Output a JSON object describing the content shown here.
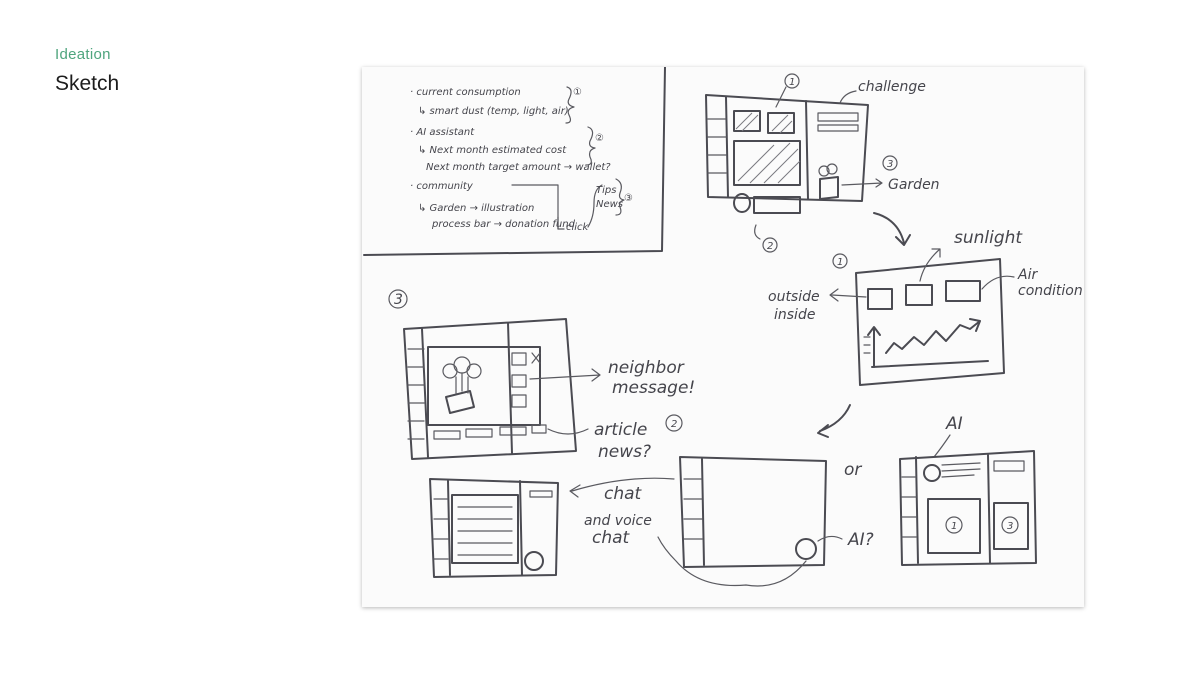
{
  "header": {
    "eyebrow": "Ideation",
    "title": "Sketch"
  },
  "sketch": {
    "notes": {
      "line1": "· current consumption",
      "line2": "↳ smart dust (temp, light, air)",
      "line3": "· AI assistant",
      "line4": "↳ Next month estimated cost",
      "line5": "Next month target amount → wallet?",
      "line6": "· community",
      "line7": "↳ Garden → illustration",
      "line8": "process bar → donation fund",
      "click": "click",
      "tips": "Tips",
      "news": "News",
      "circle1": "①",
      "circle2": "②",
      "circle3": "③"
    },
    "labels": {
      "challenge": "challenge",
      "garden": "Garden",
      "num1_top": "1",
      "num2_top": "2",
      "num3_top": "3",
      "num1_mid": "1",
      "sunlight": "sunlight",
      "outside": "outside",
      "inside": "inside",
      "air": "Air",
      "condition": "condition",
      "num3_left": "3",
      "neighbor": "neighbor",
      "message": "message!",
      "article": "article",
      "news": "news?",
      "num2_mid": "2",
      "or": "or",
      "ai_top": "AI",
      "ai_q": "AI?",
      "chat": "chat",
      "and_voice": "and voice",
      "chat2": "chat",
      "card_1": "1",
      "card_3": "3"
    }
  }
}
